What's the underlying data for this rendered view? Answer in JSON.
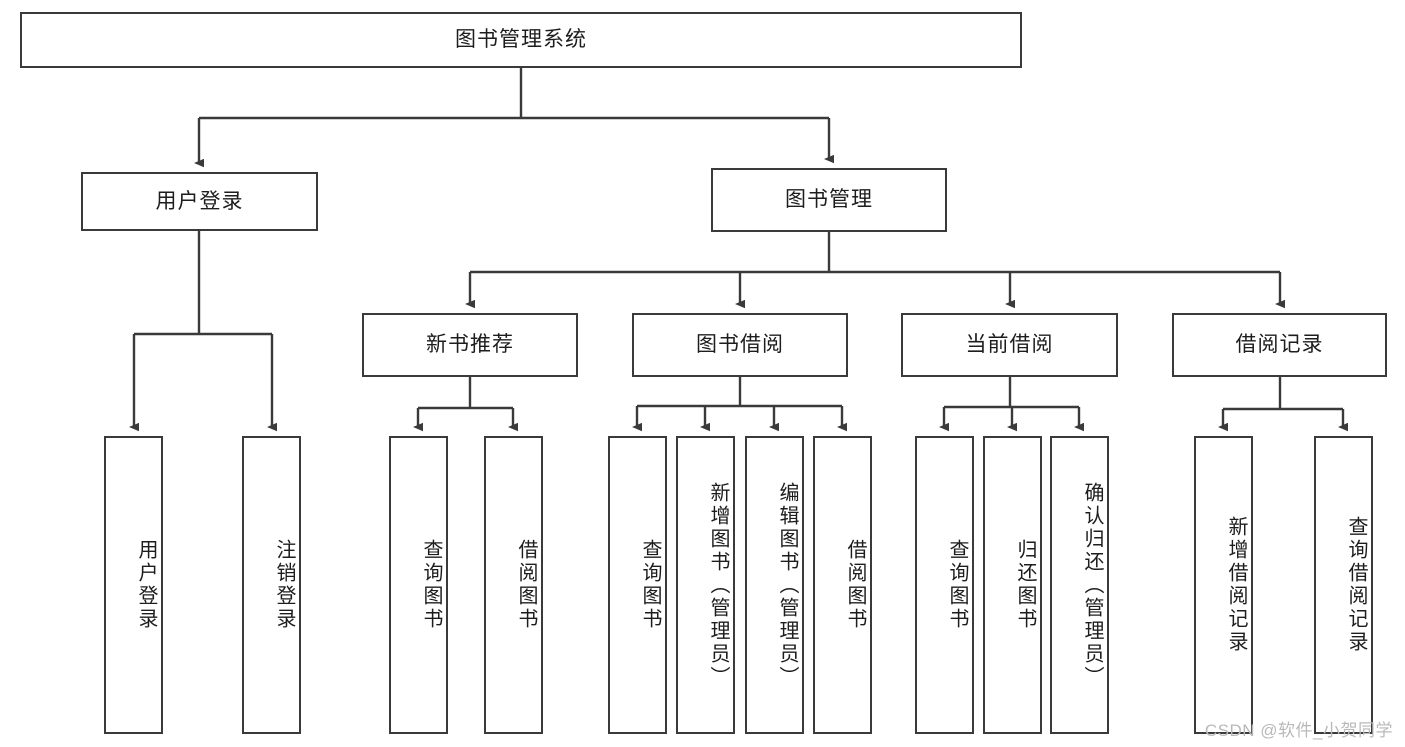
{
  "diagram": {
    "title": "图书管理系统",
    "type": "tree",
    "stroke_color": "#3a3a3a",
    "fill_color": "#ffffff",
    "text_color": "#1d1d1d",
    "watermark": "CSDN @软件_小贺同学",
    "levels": {
      "root": {
        "label": "图书管理系统"
      },
      "level2": [
        {
          "label": "用户登录"
        },
        {
          "label": "图书管理"
        }
      ],
      "level3": [
        {
          "label": "新书推荐"
        },
        {
          "label": "图书借阅"
        },
        {
          "label": "当前借阅"
        },
        {
          "label": "借阅记录"
        }
      ],
      "leaves": {
        "user_login": [
          {
            "label": "用户登录"
          },
          {
            "label": "注销登录"
          }
        ],
        "new_book_recommend": [
          {
            "label": "查询图书"
          },
          {
            "label": "借阅图书"
          }
        ],
        "book_borrow": [
          {
            "label": "查询图书"
          },
          {
            "label": "新增图书（管理员）"
          },
          {
            "label": "编辑图书（管理员）"
          },
          {
            "label": "借阅图书"
          }
        ],
        "current_borrow": [
          {
            "label": "查询图书"
          },
          {
            "label": "归还图书"
          },
          {
            "label": "确认归还（管理员）"
          }
        ],
        "borrow_record": [
          {
            "label": "新增借阅记录"
          },
          {
            "label": "查询借阅记录"
          }
        ]
      }
    }
  }
}
